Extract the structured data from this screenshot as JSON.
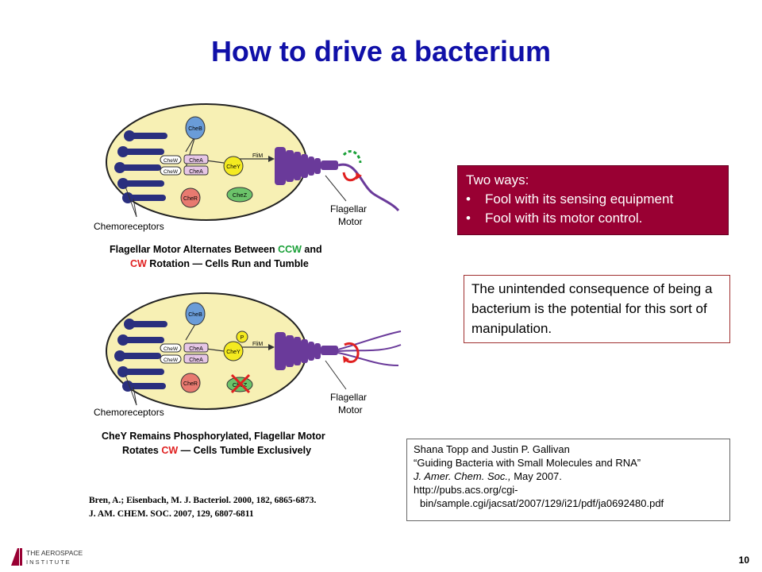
{
  "title": "How to drive a bacterium",
  "diagram_top": {
    "label_cheb": "CheB",
    "label_chew_1": "CheW",
    "label_chew_2": "CheW",
    "label_chea_1": "CheA",
    "label_chea_2": "CheA",
    "label_cher": "CheR",
    "label_chey": "CheY",
    "label_chez": "CheZ",
    "label_flim": "FliM",
    "label_chemo": "Chemoreceptors",
    "label_flag_1": "Flagellar",
    "label_flag_2": "Motor",
    "caption_1a": "Flagellar Motor Alternates Between ",
    "caption_1b": "CCW",
    "caption_1c": " and",
    "caption_2a": "CW",
    "caption_2b": " Rotation — Cells Run and Tumble"
  },
  "diagram_bottom": {
    "label_cheb": "CheB",
    "label_chew_1": "CheW",
    "label_chew_2": "CheW",
    "label_chea_1": "CheA",
    "label_chea_2": "CheA",
    "label_cher": "CheR",
    "label_p": "P",
    "label_chey": "CheY",
    "label_chez": "CheZ",
    "label_flim": "FliM",
    "label_chemo": "Chemoreceptors",
    "label_flag_1": "Flagellar",
    "label_flag_2": "Motor",
    "caption_1": "CheY Remains Phosphorylated, Flagellar Motor",
    "caption_2a": "Rotates ",
    "caption_2b": "CW",
    "caption_2c": " — Cells Tumble Exclusively"
  },
  "red_box": {
    "heading": "Two ways:",
    "bullets": [
      "Fool with its sensing equipment",
      "Fool with its motor control."
    ]
  },
  "note": "The unintended consequence of being a bacterium is the potential for this sort of manipulation.",
  "citation": {
    "authors": "Shana Topp and Justin P. Gallivan",
    "title": "“Guiding Bacteria with Small Molecules and RNA”",
    "journal": "J. Amer. Chem. Soc.,",
    "date": " May 2007.",
    "url_1": "http://pubs.acs.org/cgi-",
    "url_2": "bin/sample.cgi/jacsat/2007/129/i21/pdf/ja0692480.pdf"
  },
  "refs": [
    "Bren, A.; Eisenbach, M. J. Bacteriol. 2000, 182, 6865-6873.",
    "J. AM. CHEM. SOC. 2007, 129, 6807-6811"
  ],
  "logo": {
    "line1": "THE AEROSPACE",
    "line2": "I N S T I T U T E"
  },
  "page_number": "10",
  "colors": {
    "title": "#1010a8",
    "red_box": "#990033",
    "cell": "#f7f0b4",
    "motor": "#6a3a9a",
    "green": "#1aa038",
    "red": "#e02020"
  }
}
